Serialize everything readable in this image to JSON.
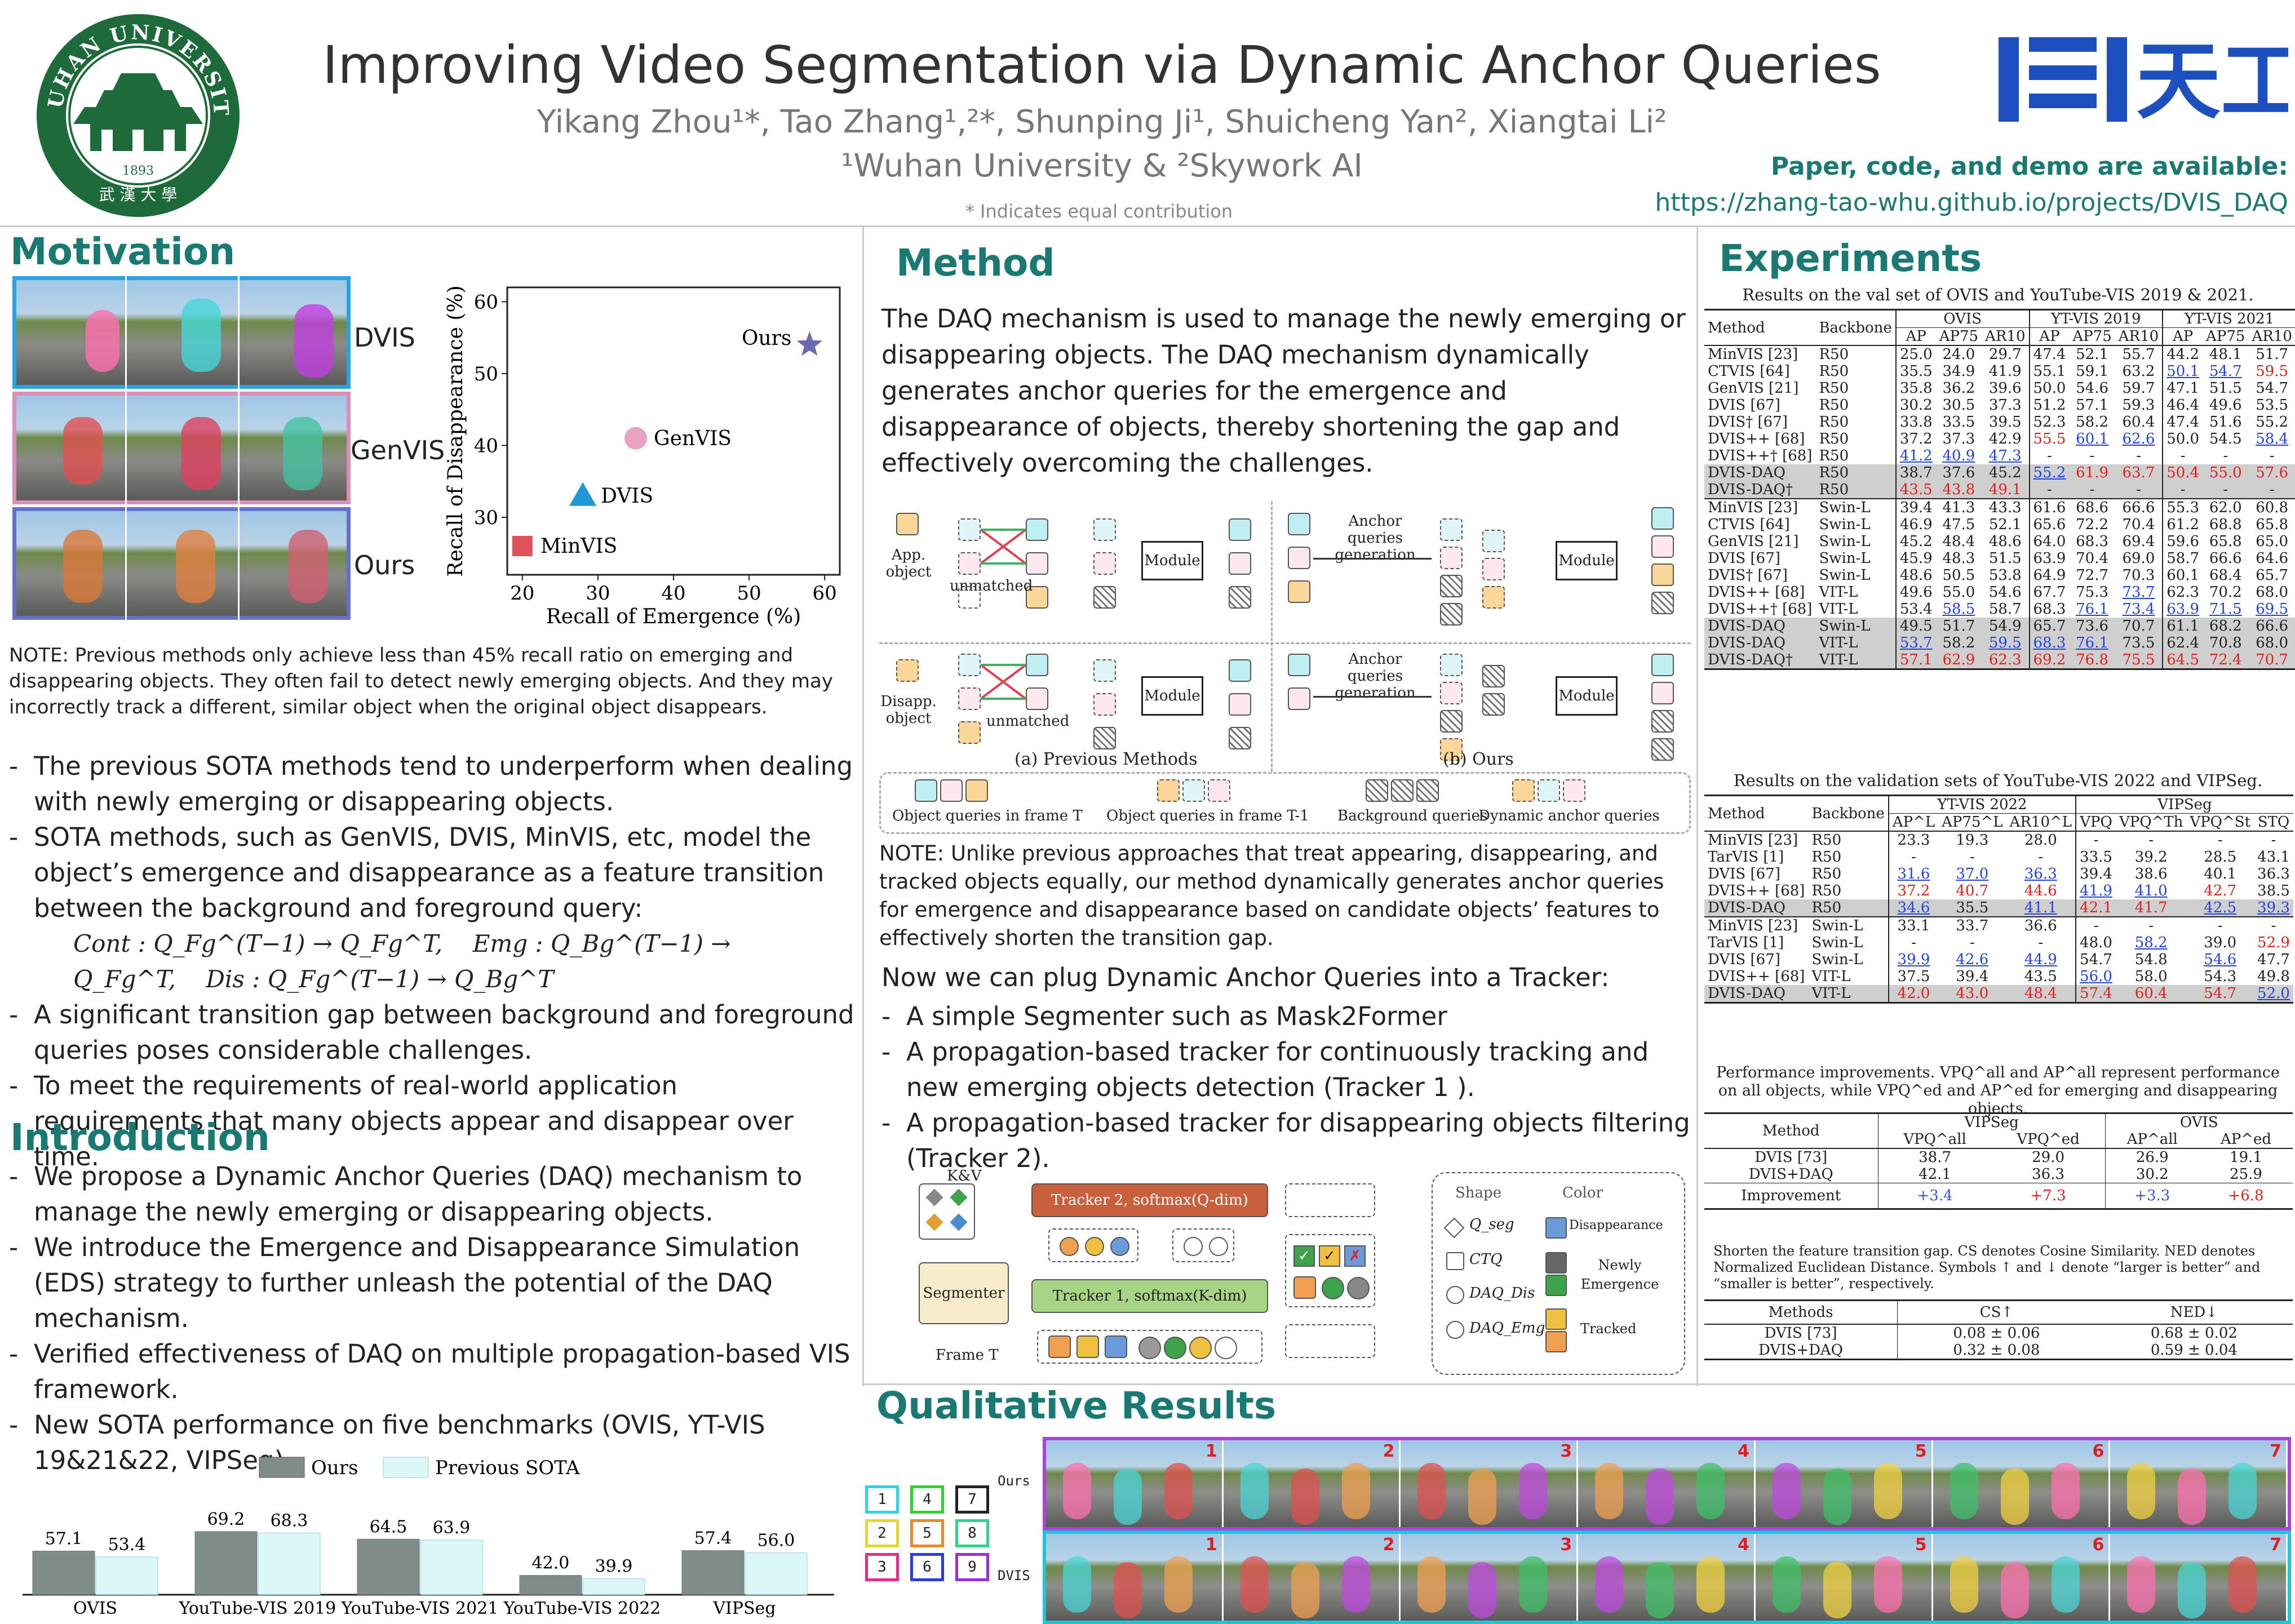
{
  "header": {
    "title": "Improving Video Segmentation via Dynamic Anchor Queries",
    "authors": "Yikang Zhou¹*,  Tao Zhang¹,²*,  Shunping Ji¹,  Shuicheng Yan²,  Xiangtai Li²",
    "affiliations": "¹Wuhan University &  ²Skywork AI",
    "equal": "* Indicates equal contribution",
    "code_label": "Paper, code, and demo are available:",
    "code_url": "https://zhang-tao-whu.github.io/projects/DVIS_DAQ",
    "seal_top": "WUHAN UNIVERSITY",
    "seal_year": "1893",
    "logo_text": "天工"
  },
  "motivation": {
    "title": "Motivation",
    "rows": [
      "DVIS",
      "GenVIS",
      "Ours"
    ],
    "scatter": {
      "chart_data": {
        "type": "scatter",
        "xlabel": "Recall of Emergence (%)",
        "ylabel": "Recall of Disappearance (%)",
        "xlim": [
          18,
          62
        ],
        "ylim": [
          22,
          62
        ],
        "xticks": [
          "20",
          "30",
          "40",
          "50",
          "60"
        ],
        "yticks": [
          "30",
          "40",
          "50",
          "60"
        ],
        "points": [
          {
            "name": "MinVIS",
            "x": 20,
            "y": 26,
            "color": "#e0505a",
            "shape": "square"
          },
          {
            "name": "DVIS",
            "x": 28,
            "y": 33,
            "color": "#1f9ad8",
            "shape": "triangle"
          },
          {
            "name": "GenVIS",
            "x": 35,
            "y": 41,
            "color": "#e7a3c1",
            "shape": "circle"
          },
          {
            "name": "Ours",
            "x": 58,
            "y": 54,
            "color": "#6a6ab0",
            "shape": "star"
          }
        ]
      }
    },
    "note": "NOTE: Previous methods only achieve less than 45% recall ratio on emerging and disappearing objects. They often fail to detect newly emerging objects. And they may incorrectly track a different, similar object when the original object disappears.",
    "bullets": [
      "The previous SOTA methods tend to underperform when dealing with newly emerging or disappearing objects.",
      "SOTA methods, such as GenVIS, DVIS, MinVIS, etc, model the object’s emergence and disappearance as a feature transition between the background and foreground query:",
      "A significant transition gap between background and foreground queries poses considerable challenges.",
      "To meet the requirements of real-world application requirements that many objects appear and disappear over time."
    ],
    "formula": [
      "Cont : Q_Fg^(T−1) → Q_Fg^T,",
      "Emg : Q_Bg^(T−1) → Q_Fg^T,",
      "Dis : Q_Fg^(T−1) → Q_Bg^T"
    ]
  },
  "introduction": {
    "title": "Introduction",
    "bullets": [
      "We propose a Dynamic Anchor Queries (DAQ) mechanism to manage the newly emerging or disappearing objects.",
      "We introduce the Emergence and Disappearance Simulation (EDS) strategy to further unleash the potential of the DAQ mechanism.",
      "Verified effectiveness of DAQ on multiple propagation-based VIS framework.",
      "New SOTA performance on five benchmarks (OVIS, YT-VIS 19&21&22, VIPSeg)."
    ],
    "bar_chart": {
      "chart_data": {
        "type": "bar",
        "categories": [
          "OVIS",
          "YouTube-VIS 2019",
          "YouTube-VIS 2021",
          "YouTube-VIS 2022",
          "VIPSeg"
        ],
        "series": [
          {
            "name": "Ours",
            "values": [
              57.1,
              69.2,
              64.5,
              42.0,
              57.4
            ],
            "color": "#7f8c8a"
          },
          {
            "name": "Previous SOTA",
            "values": [
              53.4,
              68.3,
              63.9,
              39.9,
              56.0
            ],
            "color": "#dcf7f8"
          }
        ],
        "labels_ours": [
          "57.1",
          "69.2",
          "64.5",
          "42.0",
          "57.4"
        ],
        "labels_prev": [
          "53.4",
          "68.3",
          "63.9",
          "39.9",
          "56.0"
        ]
      }
    }
  },
  "method": {
    "title": "Method",
    "intro": "The DAQ mechanism is used to manage the newly emerging or disappearing objects. The DAQ mechanism dynamically generates anchor queries for the emergence and disappearance of objects, thereby shortening the gap and effectively overcoming the challenges.",
    "fig": {
      "app": "App. object",
      "disapp": "Disapp. object",
      "unmatched": "unmatched",
      "module": "Module",
      "anchor": "Anchor queries generation",
      "prev": "(a) Previous Methods",
      "ours": "(b) Ours",
      "legend": [
        "Object queries in frame T",
        "Object queries in frame T-1",
        "Background queries",
        "Dynamic anchor queries"
      ]
    },
    "note": "NOTE: Unlike previous approaches that treat appearing, disappearing, and tracked objects equally, our method dynamically generates anchor queries for emergence and disappearance based on candidate objects’ features to effectively shorten the transition gap.",
    "plug_title": "Now we can plug Dynamic Anchor Queries into a Tracker:",
    "plug": [
      "A simple Segmenter such as Mask2Former",
      "A propagation-based tracker for continuously tracking and new emerging objects detection (Tracker 1 ).",
      "A propagation-based tracker for disappearing objects filtering (Tracker 2)."
    ],
    "tracker": {
      "kv": "K&V",
      "t2": "Tracker 2, softmax(Q-dim)",
      "t1": "Tracker 1, softmax(K-dim)",
      "seg": "Segmenter",
      "frame": "Frame T",
      "shape": "Shape",
      "color": "Color",
      "qseg": "Q_seg",
      "ctq": "CTQ",
      "daqdis": "DAQ_Dis",
      "daqemg": "DAQ_Emg",
      "disappear": "Disappearance",
      "newly": "Newly Emergence",
      "tracked": "Tracked"
    }
  },
  "qualitative": {
    "title": "Qualitative Results",
    "nums": [
      "1",
      "2",
      "3",
      "4",
      "5",
      "6",
      "7",
      "8",
      "9"
    ],
    "rows": [
      "Ours",
      "DVIS"
    ],
    "frames": [
      "1",
      "2",
      "3",
      "4",
      "5",
      "6",
      "7"
    ]
  },
  "experiments": {
    "title": "Experiments",
    "t1": {
      "caption": "Results on the val set of OVIS and YouTube-VIS 2019 & 2021.",
      "groups": [
        "OVIS",
        "YT-VIS 2019",
        "YT-VIS 2021"
      ],
      "head": [
        "Method",
        "Backbone",
        "AP",
        "AP75",
        "AR10",
        "AP",
        "AP75",
        "AR10",
        "AP",
        "AP75",
        "AR10"
      ],
      "rows": [
        [
          "MinVIS [23]",
          "R50",
          "25.0",
          "24.0",
          "29.7",
          "47.4",
          "52.1",
          "55.7",
          "44.2",
          "48.1",
          "51.7"
        ],
        [
          "CTVIS [64]",
          "R50",
          "35.5",
          "34.9",
          "41.9",
          "55.1",
          "59.1",
          "63.2",
          "50.1",
          "54.7",
          "59.5"
        ],
        [
          "GenVIS [21]",
          "R50",
          "35.8",
          "36.2",
          "39.6",
          "50.0",
          "54.6",
          "59.7",
          "47.1",
          "51.5",
          "54.7"
        ],
        [
          "DVIS [67]",
          "R50",
          "30.2",
          "30.5",
          "37.3",
          "51.2",
          "57.1",
          "59.3",
          "46.4",
          "49.6",
          "53.5"
        ],
        [
          "DVIS† [67]",
          "R50",
          "33.8",
          "33.5",
          "39.5",
          "52.3",
          "58.2",
          "60.4",
          "47.4",
          "51.6",
          "55.2"
        ],
        [
          "DVIS++ [68]",
          "R50",
          "37.2",
          "37.3",
          "42.9",
          "55.5",
          "60.1",
          "62.6",
          "50.0",
          "54.5",
          "58.4"
        ],
        [
          "DVIS++† [68]",
          "R50",
          "41.2",
          "40.9",
          "47.3",
          "-",
          "-",
          "-",
          "-",
          "-",
          "-"
        ],
        [
          "DVIS-DAQ",
          "R50",
          "38.7",
          "37.6",
          "45.2",
          "55.2",
          "61.9",
          "63.7",
          "50.4",
          "55.0",
          "57.6"
        ],
        [
          "DVIS-DAQ†",
          "R50",
          "43.5",
          "43.8",
          "49.1",
          "-",
          "-",
          "-",
          "-",
          "-",
          "-"
        ],
        [
          "MinVIS [23]",
          "Swin-L",
          "39.4",
          "41.3",
          "43.3",
          "61.6",
          "68.6",
          "66.6",
          "55.3",
          "62.0",
          "60.8"
        ],
        [
          "CTVIS [64]",
          "Swin-L",
          "46.9",
          "47.5",
          "52.1",
          "65.6",
          "72.2",
          "70.4",
          "61.2",
          "68.8",
          "65.8"
        ],
        [
          "GenVIS [21]",
          "Swin-L",
          "45.2",
          "48.4",
          "48.6",
          "64.0",
          "68.3",
          "69.4",
          "59.6",
          "65.8",
          "65.0"
        ],
        [
          "DVIS [67]",
          "Swin-L",
          "45.9",
          "48.3",
          "51.5",
          "63.9",
          "70.4",
          "69.0",
          "58.7",
          "66.6",
          "64.6"
        ],
        [
          "DVIS† [67]",
          "Swin-L",
          "48.6",
          "50.5",
          "53.8",
          "64.9",
          "72.7",
          "70.3",
          "60.1",
          "68.4",
          "65.7"
        ],
        [
          "DVIS++ [68]",
          "VIT-L",
          "49.6",
          "55.0",
          "54.6",
          "67.7",
          "75.3",
          "73.7",
          "62.3",
          "70.2",
          "68.0"
        ],
        [
          "DVIS++† [68]",
          "VIT-L",
          "53.4",
          "58.5",
          "58.7",
          "68.3",
          "76.1",
          "73.4",
          "63.9",
          "71.5",
          "69.5"
        ],
        [
          "DVIS-DAQ",
          "Swin-L",
          "49.5",
          "51.7",
          "54.9",
          "65.7",
          "73.6",
          "70.7",
          "61.1",
          "68.2",
          "66.6"
        ],
        [
          "DVIS-DAQ",
          "VIT-L",
          "53.7",
          "58.2",
          "59.5",
          "68.3",
          "76.1",
          "73.5",
          "62.4",
          "70.8",
          "68.0"
        ],
        [
          "DVIS-DAQ†",
          "VIT-L",
          "57.1",
          "62.9",
          "62.3",
          "69.2",
          "76.8",
          "75.5",
          "64.5",
          "72.4",
          "70.7"
        ]
      ]
    },
    "t2": {
      "caption": "Results on the validation sets of YouTube-VIS 2022 and VIPSeg.",
      "groups": [
        "YT-VIS 2022",
        "VIPSeg"
      ],
      "head": [
        "Method",
        "Backbone",
        "AP^L",
        "AP75^L",
        "AR10^L",
        "VPQ",
        "VPQ^Th",
        "VPQ^St",
        "STQ"
      ],
      "rows": [
        [
          "MinVIS [23]",
          "R50",
          "23.3",
          "19.3",
          "28.0",
          "-",
          "-",
          "-",
          "-"
        ],
        [
          "TarVIS [1]",
          "R50",
          "-",
          "-",
          "-",
          "33.5",
          "39.2",
          "28.5",
          "43.1"
        ],
        [
          "DVIS [67]",
          "R50",
          "31.6",
          "37.0",
          "36.3",
          "39.4",
          "38.6",
          "40.1",
          "36.3"
        ],
        [
          "DVIS++ [68]",
          "R50",
          "37.2",
          "40.7",
          "44.6",
          "41.9",
          "41.0",
          "42.7",
          "38.5"
        ],
        [
          "DVIS-DAQ",
          "R50",
          "34.6",
          "35.5",
          "41.1",
          "42.1",
          "41.7",
          "42.5",
          "39.3"
        ],
        [
          "MinVIS [23]",
          "Swin-L",
          "33.1",
          "33.7",
          "36.6",
          "-",
          "-",
          "-",
          "-"
        ],
        [
          "TarVIS [1]",
          "Swin-L",
          "-",
          "-",
          "-",
          "48.0",
          "58.2",
          "39.0",
          "52.9"
        ],
        [
          "DVIS [67]",
          "Swin-L",
          "39.9",
          "42.6",
          "44.9",
          "54.7",
          "54.8",
          "54.6",
          "47.7"
        ],
        [
          "DVIS++ [68]",
          "VIT-L",
          "37.5",
          "39.4",
          "43.5",
          "56.0",
          "58.0",
          "54.3",
          "49.8"
        ],
        [
          "DVIS-DAQ",
          "VIT-L",
          "42.0",
          "43.0",
          "48.4",
          "57.4",
          "60.4",
          "54.7",
          "52.0"
        ]
      ]
    },
    "t3": {
      "caption": "Performance improvements. VPQ^all and AP^all represent performance on all objects, while VPQ^ed and AP^ed for emerging and disappearing objects.",
      "groups": [
        "VIPSeg",
        "OVIS"
      ],
      "head": [
        "Method",
        "VPQ^all",
        "VPQ^ed",
        "AP^all",
        "AP^ed"
      ],
      "rows": [
        [
          "DVIS [73]",
          "38.7",
          "29.0",
          "26.9",
          "19.1"
        ],
        [
          "DVIS+DAQ",
          "42.1",
          "36.3",
          "30.2",
          "25.9"
        ]
      ],
      "improve": [
        "Improvement",
        "+3.4",
        "+7.3",
        "+3.3",
        "+6.8"
      ]
    },
    "t4": {
      "caption": "Shorten the feature transition gap. CS denotes Cosine Similarity. NED denotes Normalized Euclidean Distance. Symbols ↑ and ↓ denote “larger is better” and “smaller is better”, respectively.",
      "head": [
        "Methods",
        "CS↑",
        "NED↓"
      ],
      "rows": [
        [
          "DVIS [73]",
          "0.08 ± 0.06",
          "0.68 ± 0.02"
        ],
        [
          "DVIS+DAQ",
          "0.32 ± 0.08",
          "0.59 ± 0.04"
        ]
      ]
    }
  }
}
